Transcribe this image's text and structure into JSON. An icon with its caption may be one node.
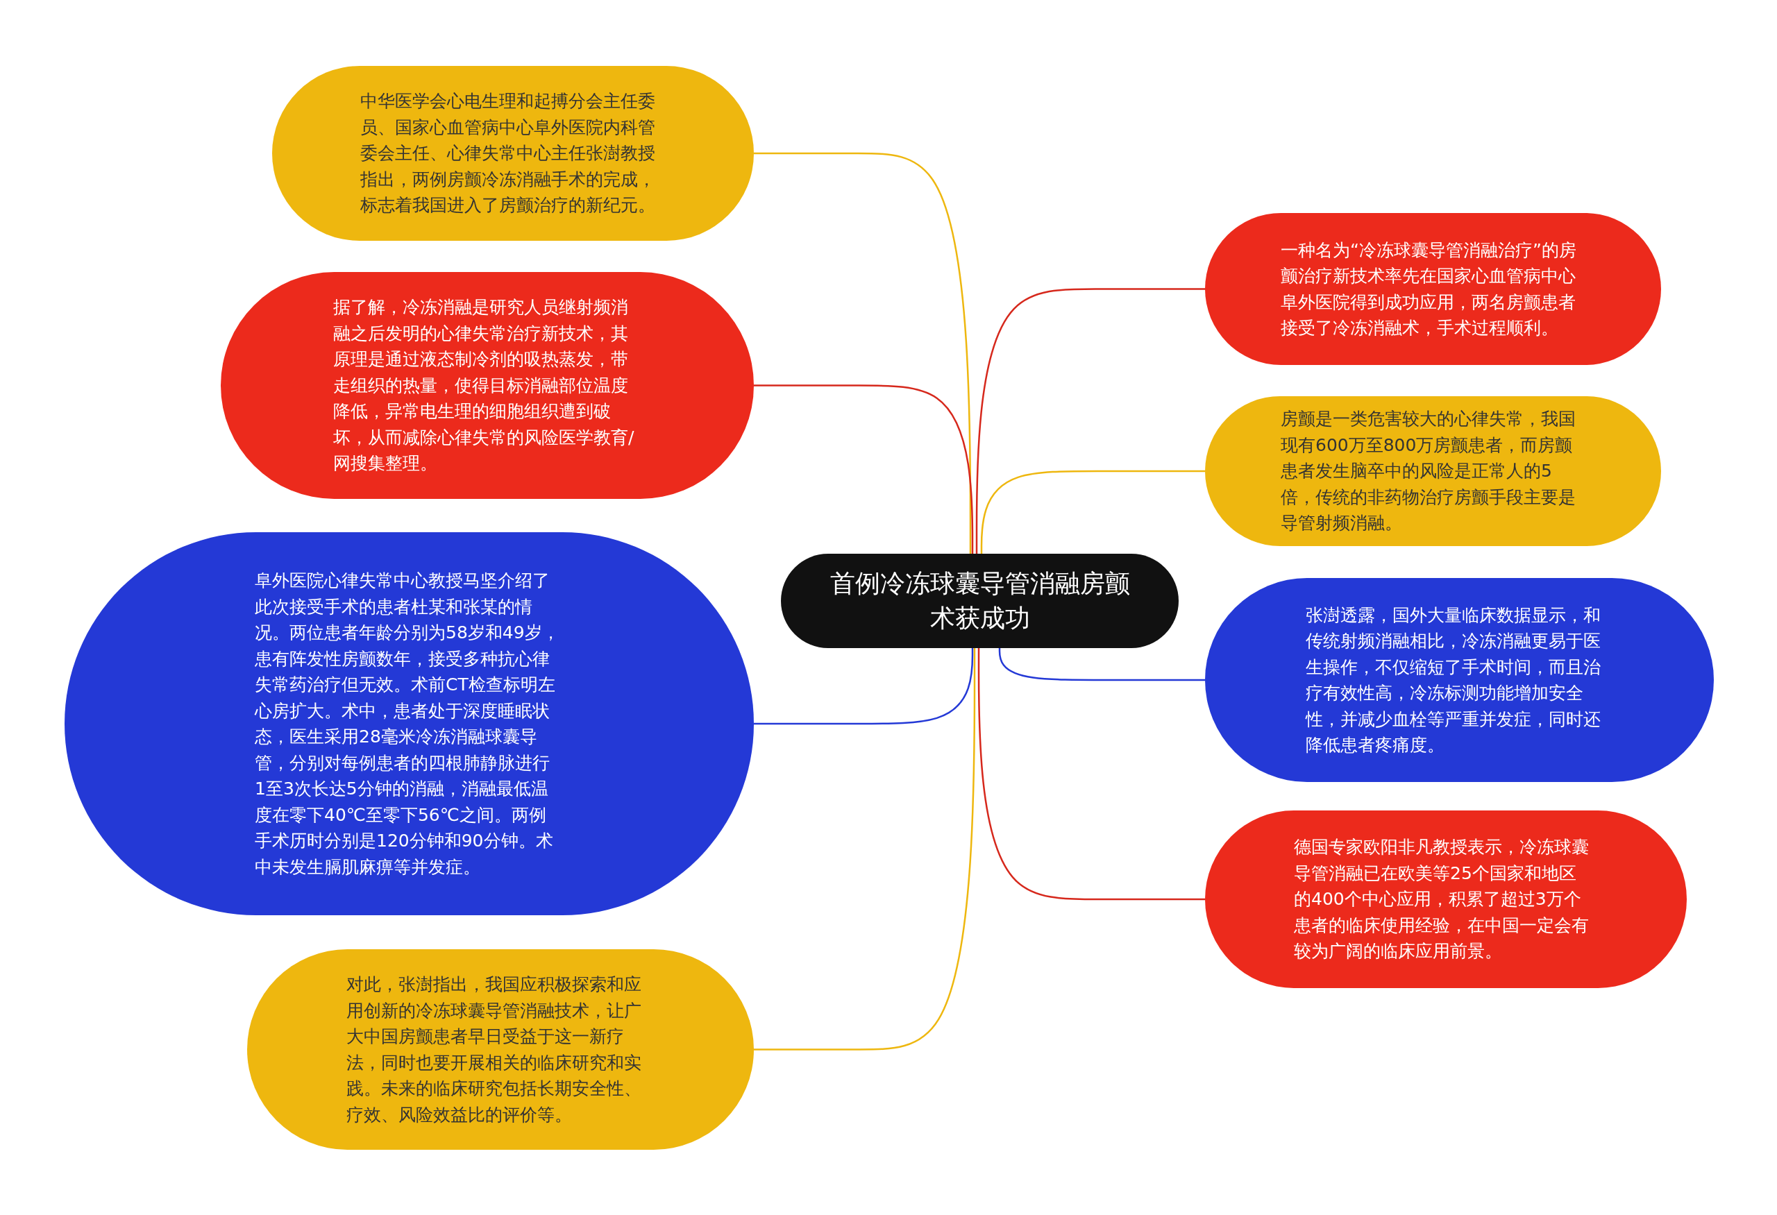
{
  "diagram": {
    "nodes": [
      {
        "text": [
          "首例冷冻球囊导管消融房颤术获成功"
        ]
      },
      {
        "text": [
          "中华医学会心电生理和起搏分会主任委员、国家心血管病中心阜外医院内科管委会主任、心律失常中心主任张澍教授指出，两例房颤冷冻消融手术的完成，标志着我国进入了房颤治疗的新纪元。"
        ]
      },
      {
        "text": [
          "据了解，冷冻消融是研究人员继射频消融之后发明的心律失常治疗新技术，其原理是通过液态制冷剂的吸热蒸发，带走组织的热量，使得目标消融部位温度降低，异常电生理的细胞组织遭到破坏，从而减除心律失常的风险医学教育/网搜集整理。"
        ]
      },
      {
        "text": [
          "阜外医院心律失常中心教授马坚介绍了此次接受手术的患者杜某和张某的情况。两位患者年龄分别为58岁和49岁，患有阵发性房颤数年，接受多种抗心律失常药治疗但无效。术前CT检查标明左心房扩大。术中，患者处于深度睡眠状态，医生采用28毫米冷冻消融球囊导管，分别对每例患者的四根肺静脉进行1至3次长达5分钟的消融，消融最低温度在零下40℃至零下56℃之间。两例手术历时分别是120分钟和90分钟。术中未发生膈肌麻痹等并发症。"
        ]
      },
      {
        "text": [
          "对此，张澍指出，我国应积极探索和应用创新的冷冻球囊导管消融技术，让广大中国房颤患者早日受益于这一新疗法，同时也要开展相关的临床研究和实践。未来的临床研究包括长期安全性、疗效、风险效益比的评价等。"
        ]
      },
      {
        "text": [
          "一种名为“冷冻球囊导管消融治疗”的房颤治疗新技术率先在国家心血管病中心阜外医院得到成功应用，两名房颤患者接受了冷冻消融术，手术过程顺利。"
        ]
      },
      {
        "text": [
          "房颤是一类危害较大的心律失常，我国现有600万至800万房颤患者，而房颤患者发生脑卒中的风险是正常人的5倍，传统的非药物治疗房颤手段主要是导管射频消融。"
        ]
      },
      {
        "text": [
          "张澍透露，国外大量临床数据显示，和传统射频消融相比，冷冻消融更易于医生操作，不仅缩短了手术时间，而且治疗有效性高，冷冻标测功能增加安全性，并减少血栓等严重并发症，同时还降低患者疼痛度。"
        ]
      },
      {
        "text": [
          "德国专家欧阳非凡教授表示，冷冻球囊导管消融已在欧美等25个国家和地区的400个中心应用，积累了超过3万个患者的临床使用经验，在中国一定会有较为广阔的临床应用前景。"
        ]
      }
    ],
    "edges": [
      {
        "from": 0,
        "to": 1,
        "arrow": "none",
        "color": "#eeb70f"
      },
      {
        "from": 0,
        "to": 2,
        "arrow": "none",
        "color": "#d6281c"
      },
      {
        "from": 0,
        "to": 3,
        "arrow": "none",
        "color": "#2439d6"
      },
      {
        "from": 0,
        "to": 4,
        "arrow": "none",
        "color": "#eeb70f"
      },
      {
        "from": 0,
        "to": 5,
        "arrow": "none",
        "color": "#d6281c"
      },
      {
        "from": 0,
        "to": 6,
        "arrow": "none",
        "color": "#eeb70f"
      },
      {
        "from": 0,
        "to": 7,
        "arrow": "none",
        "color": "#2439d6"
      },
      {
        "from": 0,
        "to": 8,
        "arrow": "none",
        "color": "#d6281c"
      }
    ]
  }
}
